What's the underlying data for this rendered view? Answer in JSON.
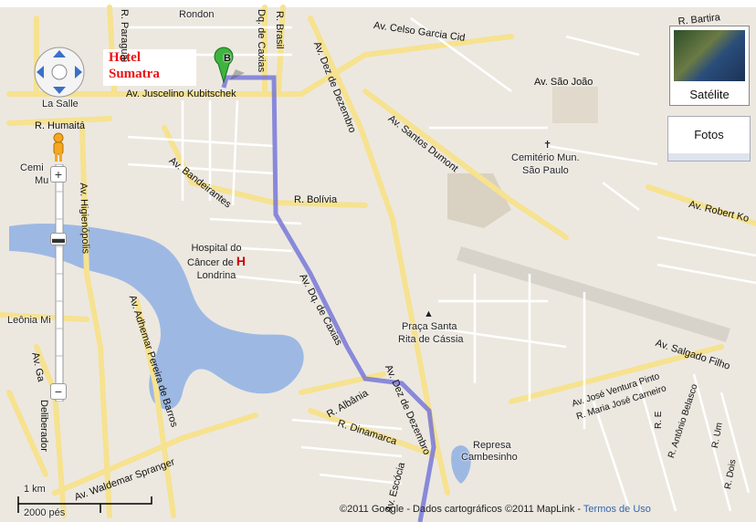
{
  "hotel": {
    "line1": "Hotel",
    "line2": "Sumatra"
  },
  "marker": {
    "letter": "B"
  },
  "map_type": {
    "satellite_label": "Satélite",
    "photos_label": "Fotos"
  },
  "places": {
    "praca_rondon": "Rondon",
    "la_salle": "La Salle",
    "cemiterio_left": "Cemi",
    "mu_left": "Mu",
    "hospital_line1": "Hospital do",
    "hospital_line2": "Câncer de",
    "hospital_line3": "Londrina",
    "hospital_icon": "H",
    "praca_santa_line1": "Praça Santa",
    "praca_santa_line2": "Rita de Cássia",
    "represa_line1": "Represa",
    "represa_line2": "Cambesinho",
    "cemiterio_mun_line1": "Cemitério Mun.",
    "cemiterio_mun_line2": "São Paulo",
    "leonia": "Leônia Mi"
  },
  "roads": {
    "celso_garcia": "Av. Celso Garcia Cid",
    "juscelino": "Av. Juscelino Kubitschek",
    "sao_joao": "Av. São João",
    "bartira": "R. Bartira",
    "humaita": "R. Humaitá",
    "bandeirantes": "Av. Bandeirantes",
    "bolivia": "R. Bolívia",
    "higienopolis": "Av. Higienópolis",
    "dez_dezembro": "Av. Dez de Dezembro",
    "santos_dumont": "Av. Santos Dumont",
    "robert_koch": "Av. Robert Ko",
    "duque_caxias": "Av. Dq. de Caxias",
    "brasil": "R. Brasil",
    "adhemar": "Av. Adhemar Pereira de Barros",
    "salgado_filho": "Av. Salgado Filho",
    "ventura_pinto": "Av. José Ventura Pinto",
    "maria_jose": "R. Maria José Carneiro",
    "antonio_belasco": "R. Antônio Belasco",
    "albania": "R. Albânia",
    "dinamarca": "R. Dinamarca",
    "escocia": "Av. Escócia",
    "waldemar": "Av. Waldemar Spranger",
    "deliberador": "Deliberador",
    "um": "R. Um",
    "dois": "R. Dois",
    "r_e": "R. E",
    "dq_top": "Dq. de Caxias",
    "paraguai": "R. Paraguai",
    "ga": "Av. Ga"
  },
  "scale": {
    "km": "1 km",
    "ft": "2000 pés"
  },
  "footer": {
    "copyright": "©2011 Google - Dados cartográficos ©2011 MapLink - ",
    "terms": "Termos de Uso"
  }
}
